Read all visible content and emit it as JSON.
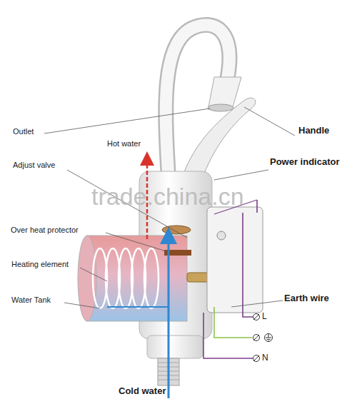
{
  "diagram": {
    "labels": [
      "Outlet",
      "Hot water",
      "Handle",
      "Adjust valve",
      "Power indicator",
      "Over heat protector",
      "Heating element",
      "Water Tank",
      "Earth wire",
      "L",
      "N",
      "Cold water",
      "trade.china.cn"
    ]
  }
}
